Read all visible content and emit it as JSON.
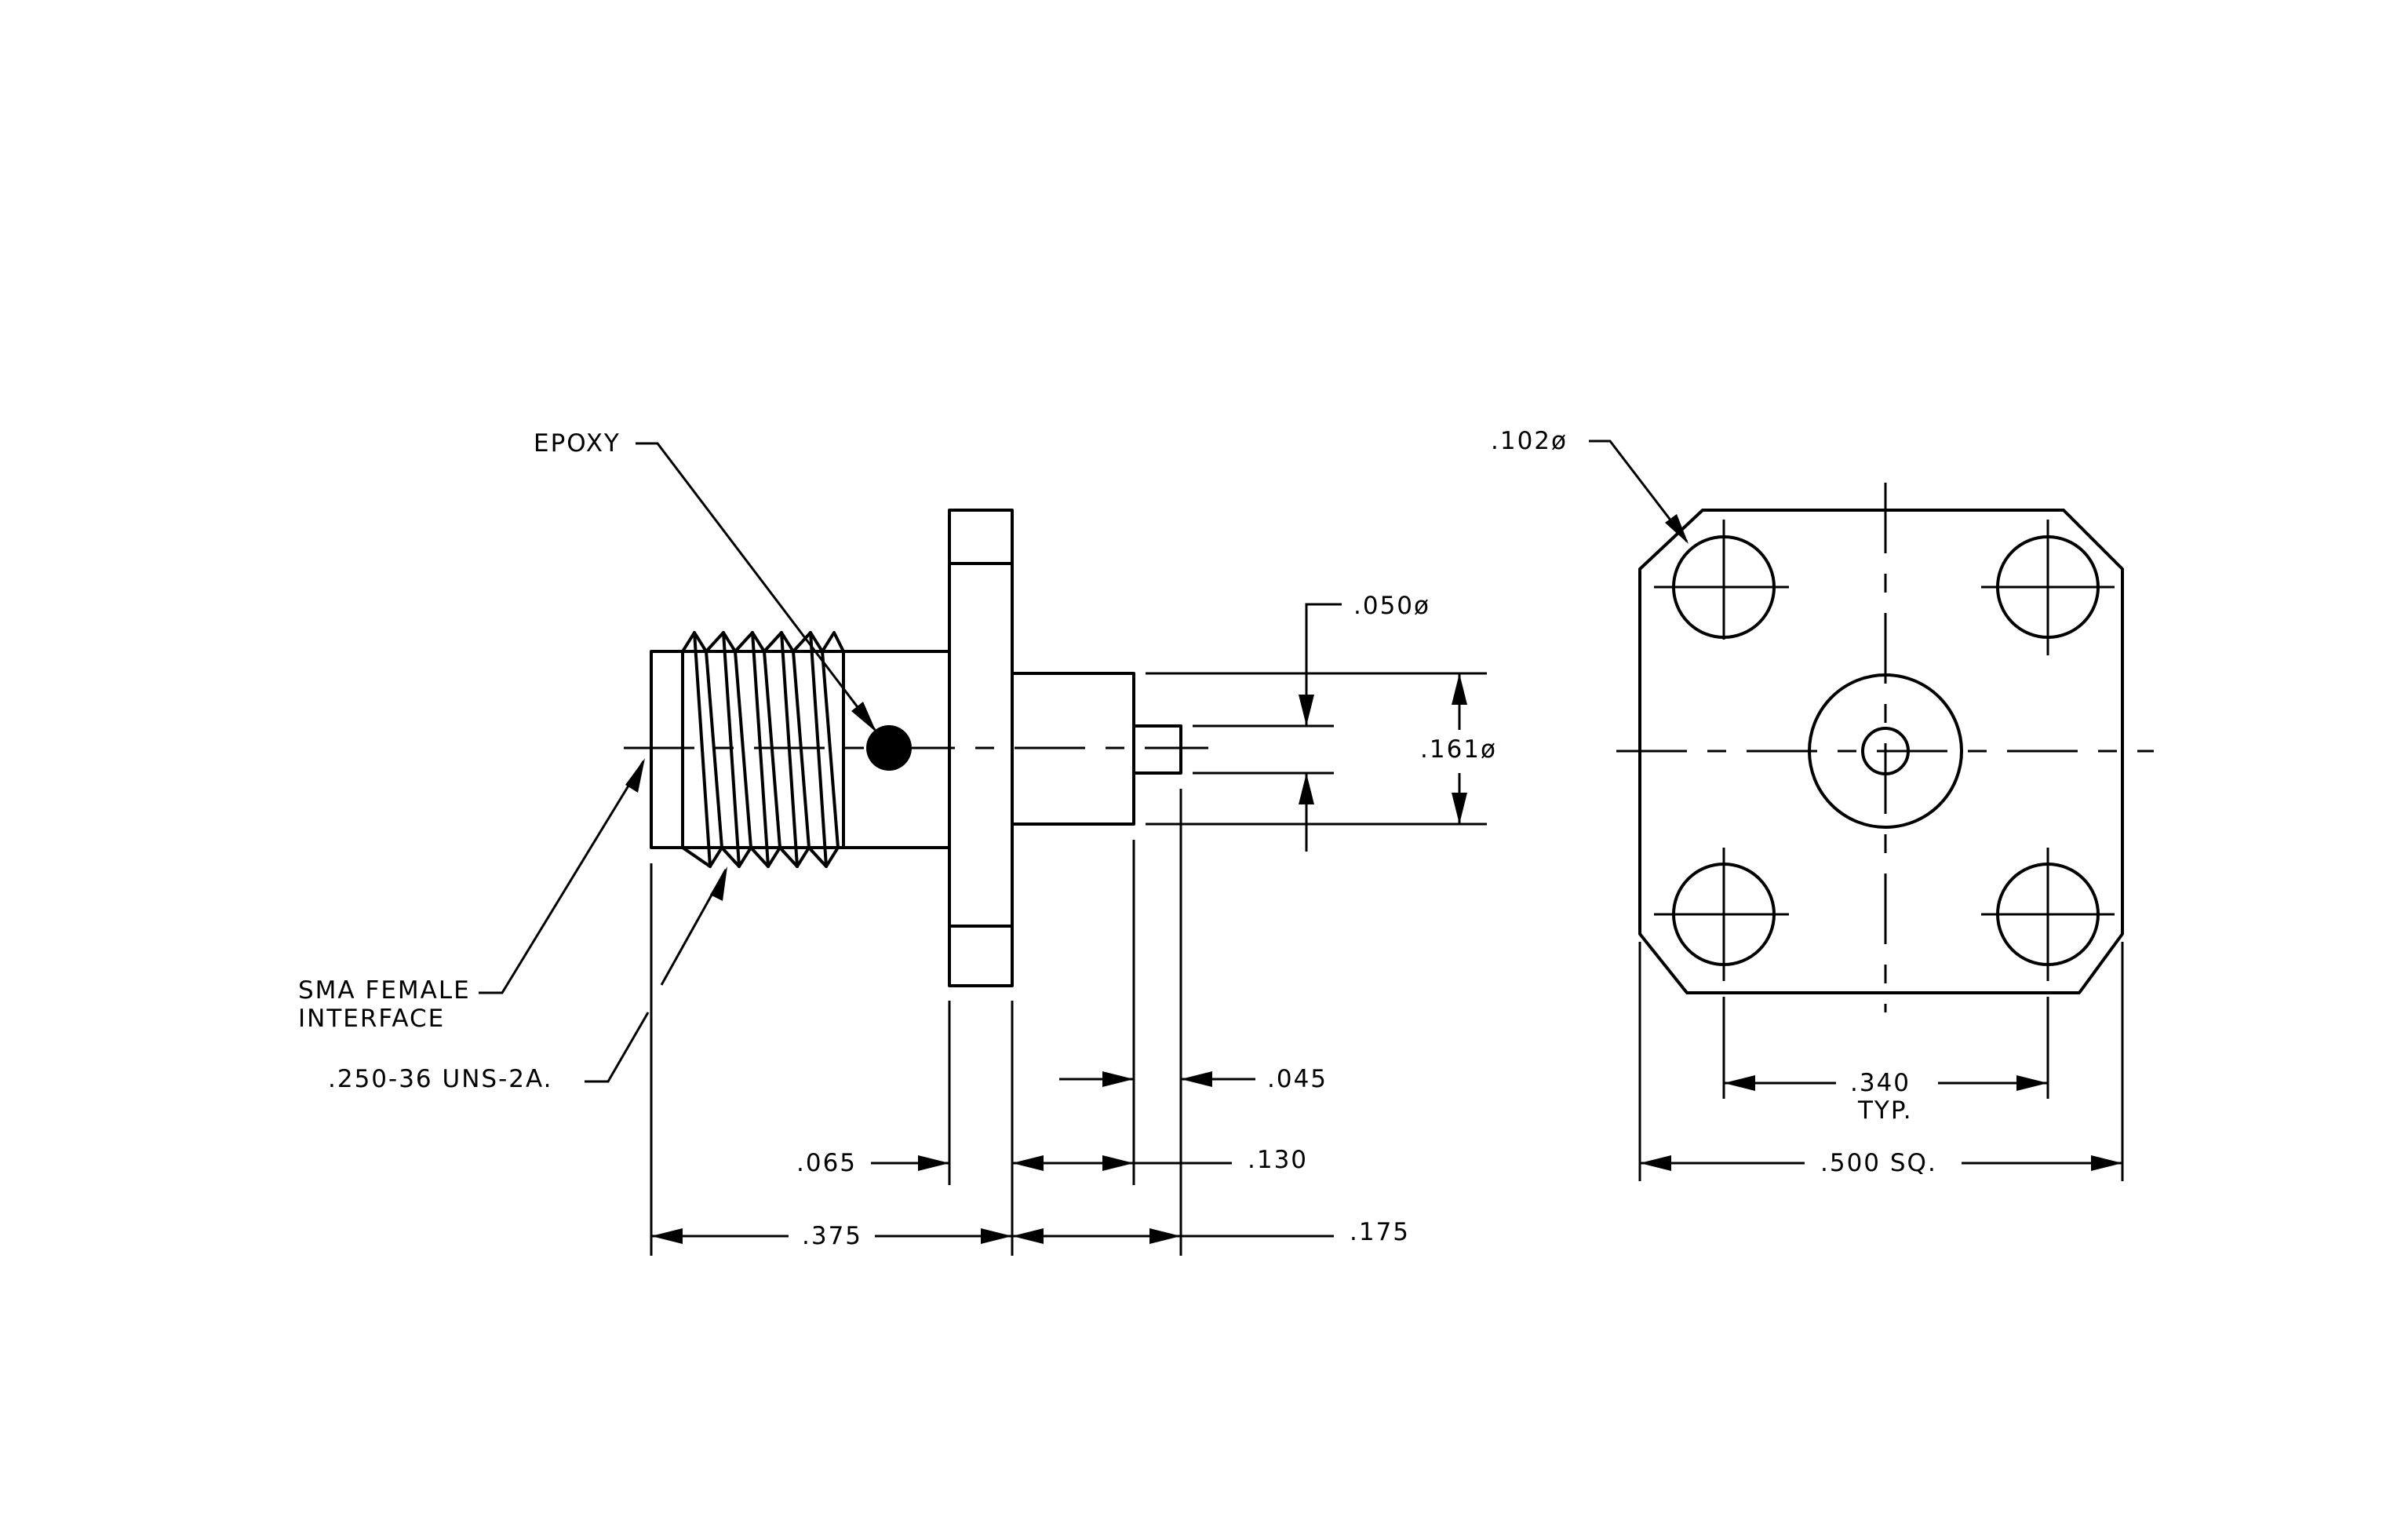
{
  "labels": {
    "epoxy": "EPOXY",
    "sma_line1": "SMA FEMALE",
    "sma_line2": "INTERFACE",
    "thread": ".250-36 UNS-2A.",
    "pin_dia": ".050ø",
    "body_dia": ".161ø",
    "hole_dia": ".102ø",
    "dim_045": ".045",
    "dim_065": ".065",
    "dim_130": ".130",
    "dim_375": ".375",
    "dim_175": ".175",
    "dim_340": ".340",
    "dim_340_note": "TYP.",
    "dim_500": ".500 SQ."
  },
  "colors": {
    "line": "#000000",
    "background": "#ffffff"
  }
}
